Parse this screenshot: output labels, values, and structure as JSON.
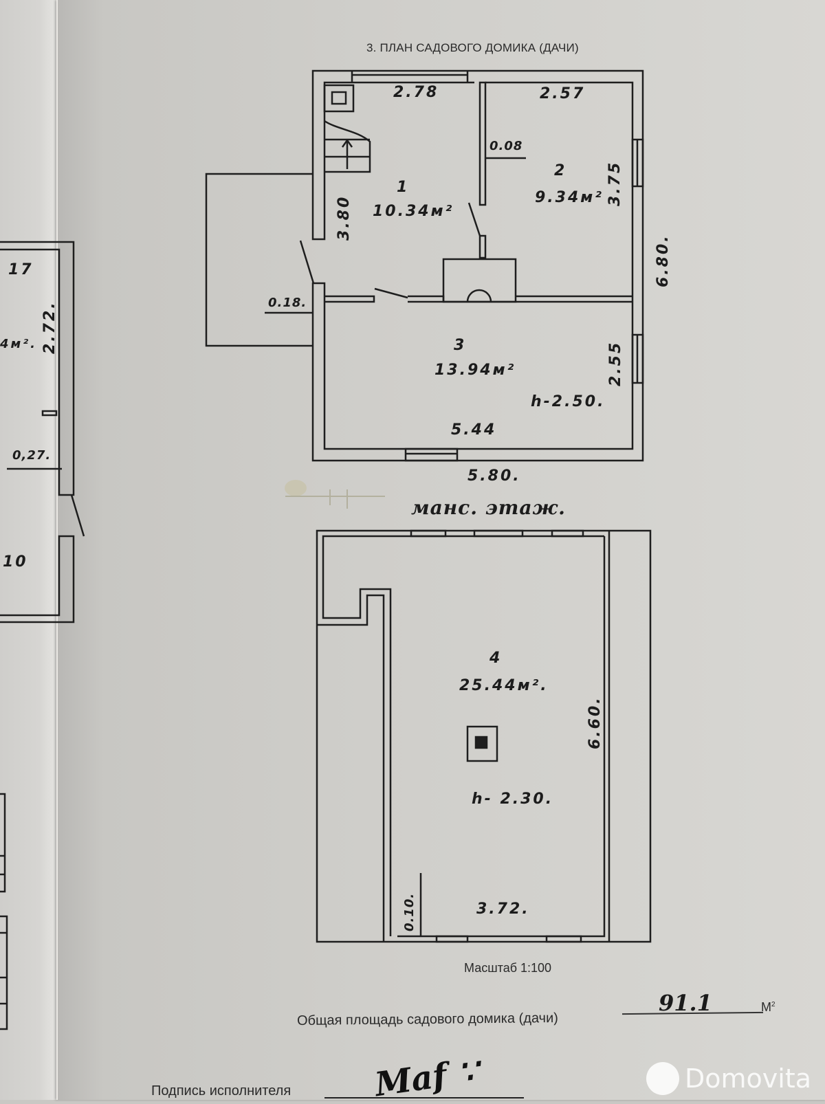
{
  "document": {
    "title": "3. ПЛАН САДОВОГО ДОМИКА (ДАЧИ)",
    "scale": "Масштаб 1:100",
    "total_area_label": "Общая площадь садового домика (дачи)",
    "total_area_value": "91.1",
    "total_area_unit": "М",
    "total_area_unit_sup": "2",
    "signature_label": "Подпись исполнителя",
    "signature": "Маf ∵",
    "watermark": "Domovita"
  },
  "ground_floor": {
    "rooms": [
      {
        "number": "1",
        "area": "10.34м²",
        "width": "2.78",
        "length": "3.80"
      },
      {
        "number": "2",
        "area": "9.34м²",
        "width": "2.57",
        "length": "3.75"
      },
      {
        "number": "3",
        "area": "13.94м²",
        "width": "5.44",
        "length": "2.55",
        "height": "h-2.50."
      }
    ],
    "wall_thickness_inner": "0.08",
    "wall_thickness_outer": "0.18.",
    "overall_width": "5.80.",
    "overall_length": "6.80."
  },
  "attic_floor": {
    "label": "манс. этаж.",
    "rooms": [
      {
        "number": "4",
        "area": "25.44м².",
        "width": "3.72.",
        "length": "6.60.",
        "height": "h- 2.30."
      }
    ],
    "wall_thickness": "0.10."
  },
  "neighbor_sheet": {
    "room_number": "17",
    "area_fragment": "4м².",
    "length": "2.72.",
    "wall_thickness": "0,27.",
    "room_number_2": "10"
  }
}
